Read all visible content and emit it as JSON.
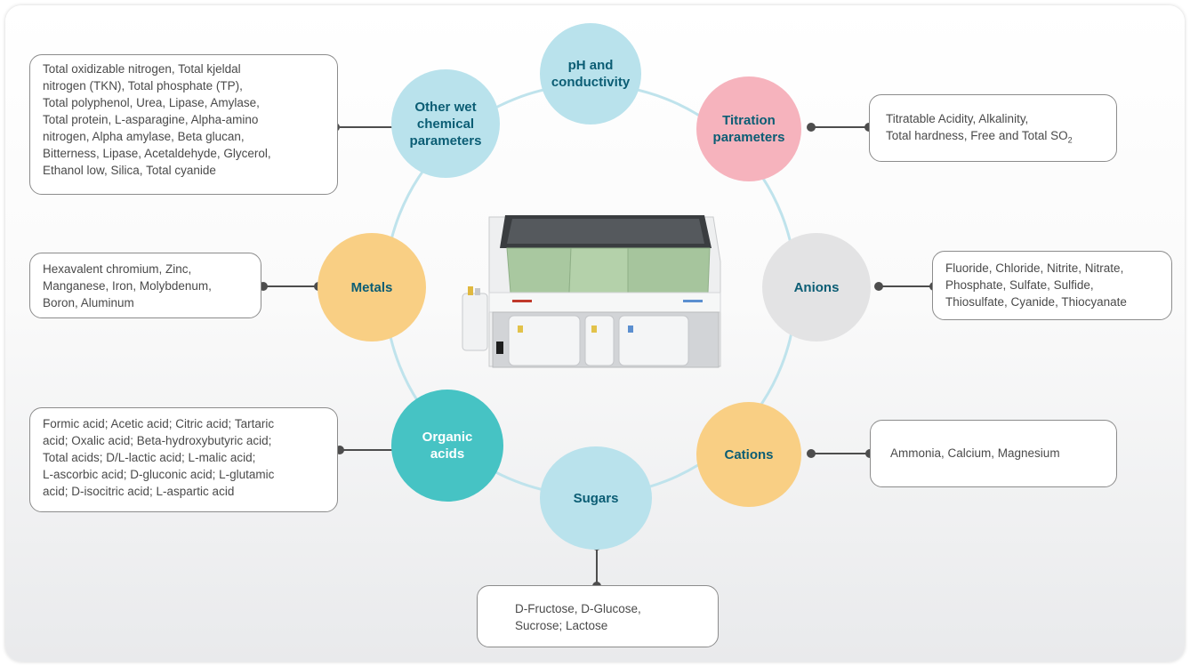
{
  "nodes": {
    "ph": {
      "line1": "pH and",
      "line2": "conductivity",
      "color": "#b9e2ec"
    },
    "titration": {
      "line1": "Titration",
      "line2": "parameters",
      "color": "#f6b3bd"
    },
    "anions": {
      "label": "Anions",
      "color": "#e3e3e4"
    },
    "cations": {
      "label": "Cations",
      "color": "#f9cf84"
    },
    "sugars": {
      "label": "Sugars",
      "color": "#b9e2ec"
    },
    "organic": {
      "line1": "Organic",
      "line2": "acids",
      "color": "#46c3c4"
    },
    "metals": {
      "label": "Metals",
      "color": "#f9cf84"
    },
    "other": {
      "line1": "Other wet",
      "line2": "chemical",
      "line3": "parameters",
      "color": "#b9e2ec"
    }
  },
  "boxes": {
    "other": [
      "Total oxidizable nitrogen, Total kjeldal",
      "nitrogen (TKN), Total phosphate (TP),",
      "Total polyphenol, Urea, Lipase, Amylase,",
      "Total protein, L-asparagine, Alpha-amino",
      "nitrogen, Alpha amylase, Beta glucan,",
      "Bitterness, Lipase, Acetaldehyde, Glycerol,",
      "Ethanol low, Silica, Total cyanide"
    ],
    "titration": {
      "line1": "Titratable Acidity, Alkalinity,",
      "line2": "Total hardness, Free and Total SO",
      "sub": "2"
    },
    "metals": [
      "Hexavalent chromium, Zinc,",
      "Manganese, Iron, Molybdenum,",
      "Boron, Aluminum"
    ],
    "anions": [
      "Fluoride, Chloride, Nitrite, Nitrate,",
      "Phosphate, Sulfate, Sulfide,",
      "Thiosulfate, Cyanide, Thiocyanate"
    ],
    "organic": [
      "Formic acid; Acetic acid; Citric acid; Tartaric",
      "acid; Oxalic acid; Beta-hydroxybutyric acid;",
      "Total acids; D/L-lactic acid; L-malic acid;",
      "L-ascorbic acid; D-gluconic acid; L-glutamic",
      "acid; D-isocitric acid; L-aspartic acid"
    ],
    "cations": [
      "Ammonia, Calcium, Magnesium"
    ],
    "sugars": [
      "D-Fructose, D-Glucose,",
      "Sucrose; Lactose"
    ]
  },
  "colors": {
    "ring": "#bfe3ec",
    "connector": "#4d4d4d",
    "box_border": "#8c8c8c",
    "node_text": "#0b5d74"
  }
}
